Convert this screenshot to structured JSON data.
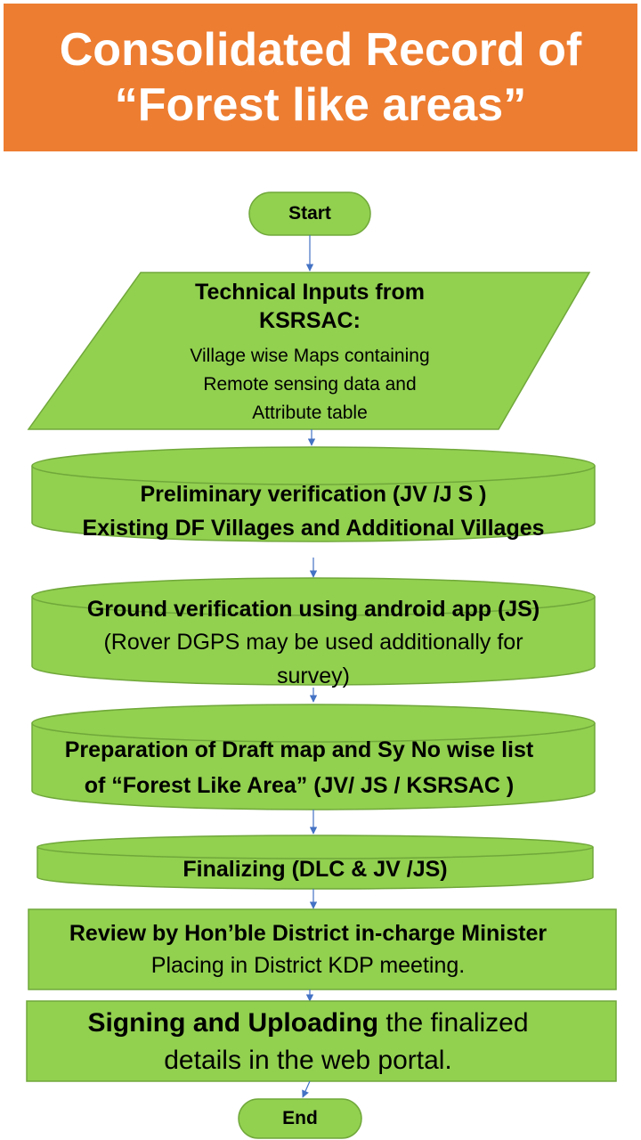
{
  "header": {
    "line1": "Consolidated Record of",
    "line2": "“Forest like areas”"
  },
  "colors": {
    "header_bg": "#ed7d31",
    "shape_fill": "#92d050",
    "shape_stroke": "#70a83a",
    "arrow": "#4472c4"
  },
  "steps": {
    "start": {
      "label": "Start"
    },
    "inputs": {
      "title_line1": "Technical Inputs from",
      "title_line2": "KSRSAC:",
      "line1": "Village wise Maps containing",
      "line2": "Remote sensing data and",
      "line3": "Attribute table"
    },
    "preliminary": {
      "line1": "Preliminary verification (JV /J S )",
      "line2": "Existing DF Villages and Additional Villages"
    },
    "ground": {
      "title": "Ground verification using android app (JS)",
      "line1": "(Rover DGPS may be used additionally for",
      "line2": "survey)"
    },
    "draft": {
      "line1": "Preparation of Draft map and Sy No wise list",
      "line2": "of “Forest Like Area” (JV/ JS / KSRSAC )"
    },
    "finalizing": {
      "label": "Finalizing (DLC & JV /JS)"
    },
    "review": {
      "title": "Review  by Hon’ble District in-charge Minister",
      "line1": "Placing in District KDP meeting."
    },
    "signing": {
      "bold": "Signing and Uploading",
      "rest": " the finalized",
      "line2": "details in the web portal."
    },
    "end": {
      "label": "End"
    }
  }
}
